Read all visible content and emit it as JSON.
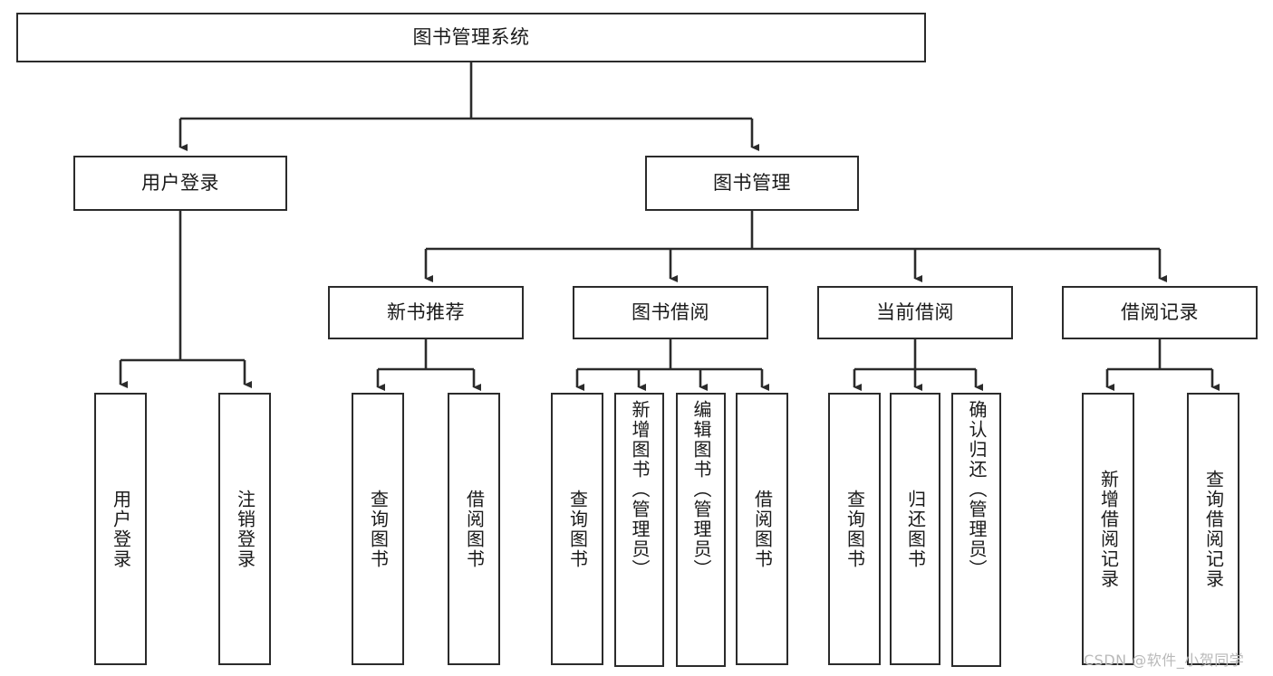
{
  "diagram": {
    "type": "tree-hierarchy",
    "title": "图书管理系统",
    "orientation": "top-down",
    "style": {
      "box_fill": "#ffffff",
      "box_border": "#2b2b2b",
      "connector": "#2b2b2b",
      "text": "#1a1a1a",
      "background": "#ffffff"
    }
  },
  "root": {
    "label": "图书管理系统"
  },
  "level2": [
    {
      "label": "用户登录"
    },
    {
      "label": "图书管理"
    }
  ],
  "level3": [
    {
      "label": "新书推荐"
    },
    {
      "label": "图书借阅"
    },
    {
      "label": "当前借阅"
    },
    {
      "label": "借阅记录"
    }
  ],
  "leaves": {
    "user_login": [
      {
        "label": "用户登录"
      },
      {
        "label": "注销登录"
      }
    ],
    "new_book": [
      {
        "label": "查询图书"
      },
      {
        "label": "借阅图书"
      }
    ],
    "borrow": [
      {
        "label": "查询图书"
      },
      {
        "label": "新增图书（管理员）"
      },
      {
        "label": "编辑图书（管理员）"
      },
      {
        "label": "借阅图书"
      }
    ],
    "current": [
      {
        "label": "查询图书"
      },
      {
        "label": "归还图书"
      },
      {
        "label": "确认归还（管理员）"
      }
    ],
    "records": [
      {
        "label": "新增借阅记录"
      },
      {
        "label": "查询借阅记录"
      }
    ]
  },
  "watermark": {
    "text": "CSDN @软件_小贺同学"
  }
}
